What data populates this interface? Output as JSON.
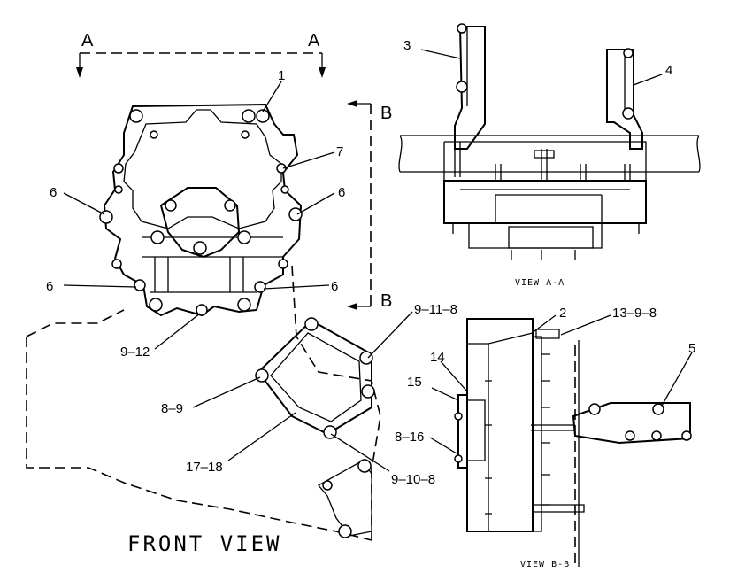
{
  "section_labels": {
    "a_left": "A",
    "a_right": "A",
    "b_top": "B",
    "b_bottom": "B"
  },
  "views": {
    "front": "FRONT VIEW",
    "a_a": "VIEW A-A",
    "b_b": "VIEW B-B"
  },
  "callouts": {
    "c1": "1",
    "c2": "2",
    "c3": "3",
    "c4": "4",
    "c5": "5",
    "c6a": "6",
    "c6b": "6",
    "c6c": "6",
    "c6d": "6",
    "c7": "7",
    "c9_11_8": "9–11–8",
    "c9_12": "9–12",
    "c8_9": "8–9",
    "c17_18": "17–18",
    "c9_10_8": "9–10–8",
    "c13_9_8": "13–9–8",
    "c14": "14",
    "c15": "15",
    "c8_16": "8–16"
  }
}
